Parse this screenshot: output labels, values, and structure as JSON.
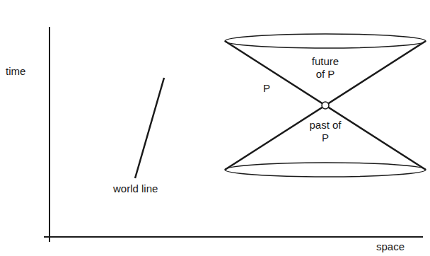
{
  "diagram": {
    "labels": [
      "time",
      "future of P",
      "P",
      "past of P",
      "world line",
      "space"
    ]
  }
}
